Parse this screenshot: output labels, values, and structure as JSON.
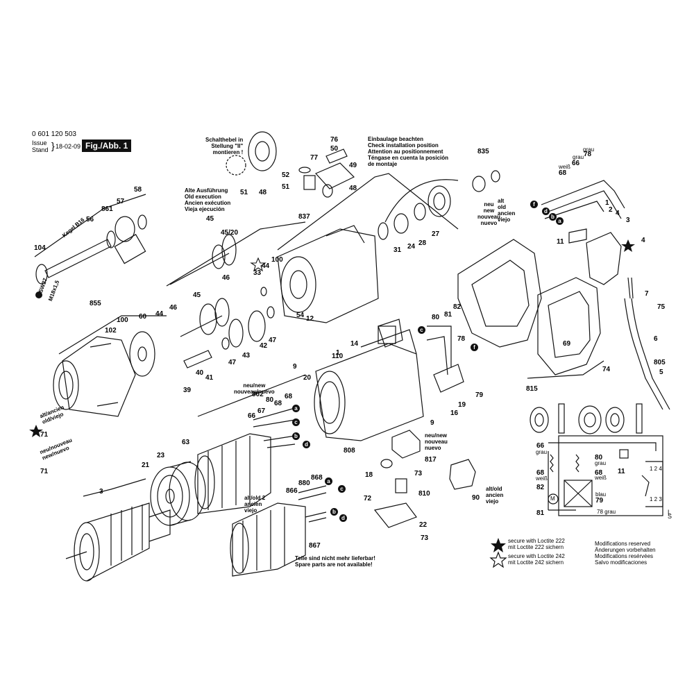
{
  "header": {
    "part_number": "0 601 120 503",
    "issue_label": "Issue",
    "stand_label": "Stand",
    "issue_date": "18-02-09",
    "fig_label": "Fig./Abb. 1"
  },
  "notes": {
    "shift_lever": [
      "Schalthebel in",
      "Stellung \"II\"",
      "montieren !"
    ],
    "install_position": [
      "Einbaulage beachten",
      "Check installation position",
      "Attention au positionnement",
      "Téngase en cuenta la posición",
      "de montaje"
    ],
    "old_execution": [
      "Alte Ausführung",
      "Old execution",
      "Ancien exécution",
      "Vieja ejecución"
    ],
    "neu_new_top": [
      "neu",
      "new",
      "nouveau",
      "nuevo"
    ],
    "alt_old_top": [
      "alt",
      "old",
      "ancien",
      "viejo"
    ],
    "neu_new_mid": [
      "neu/new",
      "nouveau/nuevo"
    ],
    "alt_old_left": [
      "alt/ancien",
      "old/viejo"
    ],
    "neu_new_left": [
      "neu/nouveau",
      "new/nuevo"
    ],
    "neu_new_right": [
      "neu/new",
      "nouveau",
      "nuevo"
    ],
    "alt_old_right": [
      "alt/old",
      "ancien",
      "viejo"
    ],
    "alt_old_2": [
      "alt/old 2",
      "ancien",
      "viejo"
    ],
    "spare_parts": [
      "Teile sind nicht mehr lieferbar!",
      "Spare parts are not available!"
    ],
    "kegel": "Kegel B16",
    "sw27": "SW27",
    "m18": "M18x1,5"
  },
  "wire_labels": {
    "weiss": "weiß",
    "grau": "grau",
    "blau": "blau",
    "m": "M",
    "l": "L",
    "s": "S",
    "grau78": "78 grau"
  },
  "legend": {
    "loctite222_de": "secure with Loctite 222",
    "loctite222_en": "mit Loctite 222 sichern",
    "loctite242_de": "secure with Loctite 242",
    "loctite242_en": "mit Loctite 242 sichern",
    "mod_de": "Modifications reserved",
    "mod_en": "Änderungen vorbehalten",
    "mod_fr": "Modifications resérvées",
    "mod_es": "Salvo modificaciones"
  },
  "bullets": {
    "a": "a",
    "b": "b",
    "c": "c",
    "d": "d",
    "f": "f"
  },
  "callouts": {
    "n1": "1",
    "n2": "2",
    "n3": "3",
    "n4": "4",
    "n5": "5",
    "n6": "6",
    "n7": "7",
    "n9": "9",
    "n11": "11",
    "n12": "12",
    "n14": "14",
    "n16": "16",
    "n18": "18",
    "n19": "19",
    "n20": "20",
    "n21": "21",
    "n22": "22",
    "n23": "23",
    "n24": "24",
    "n27": "27",
    "n28": "28",
    "n31": "31",
    "n33": "33",
    "n39": "39",
    "n40": "40",
    "n41": "41",
    "n42": "42",
    "n43": "43",
    "n44": "44",
    "n45": "45",
    "n4520": "45/20",
    "n46": "46",
    "n47": "47",
    "n48": "48",
    "n49": "49",
    "n50": "50",
    "n51": "51",
    "n52": "52",
    "n54": "54",
    "n56": "56",
    "n57": "57",
    "n58": "58",
    "n60": "60",
    "n63": "63",
    "n66": "66",
    "n67": "67",
    "n68": "68",
    "n69": "69",
    "n71": "71",
    "n72": "72",
    "n73": "73",
    "n74": "74",
    "n75": "75",
    "n76": "76",
    "n77": "77",
    "n78": "78",
    "n79": "79",
    "n80": "80",
    "n81": "81",
    "n82": "82",
    "n90": "90",
    "n100": "100",
    "n102": "102",
    "n104": "104",
    "n110": "110",
    "n802": "802",
    "n805": "805",
    "n808": "808",
    "n810": "810",
    "n815": "815",
    "n817": "817",
    "n835": "835",
    "n837": "837",
    "n855": "855",
    "n861": "861",
    "n866": "866",
    "n867": "867",
    "n868": "868",
    "n880": "880",
    "n124": "1 2 4",
    "n123": "1 2 3"
  }
}
